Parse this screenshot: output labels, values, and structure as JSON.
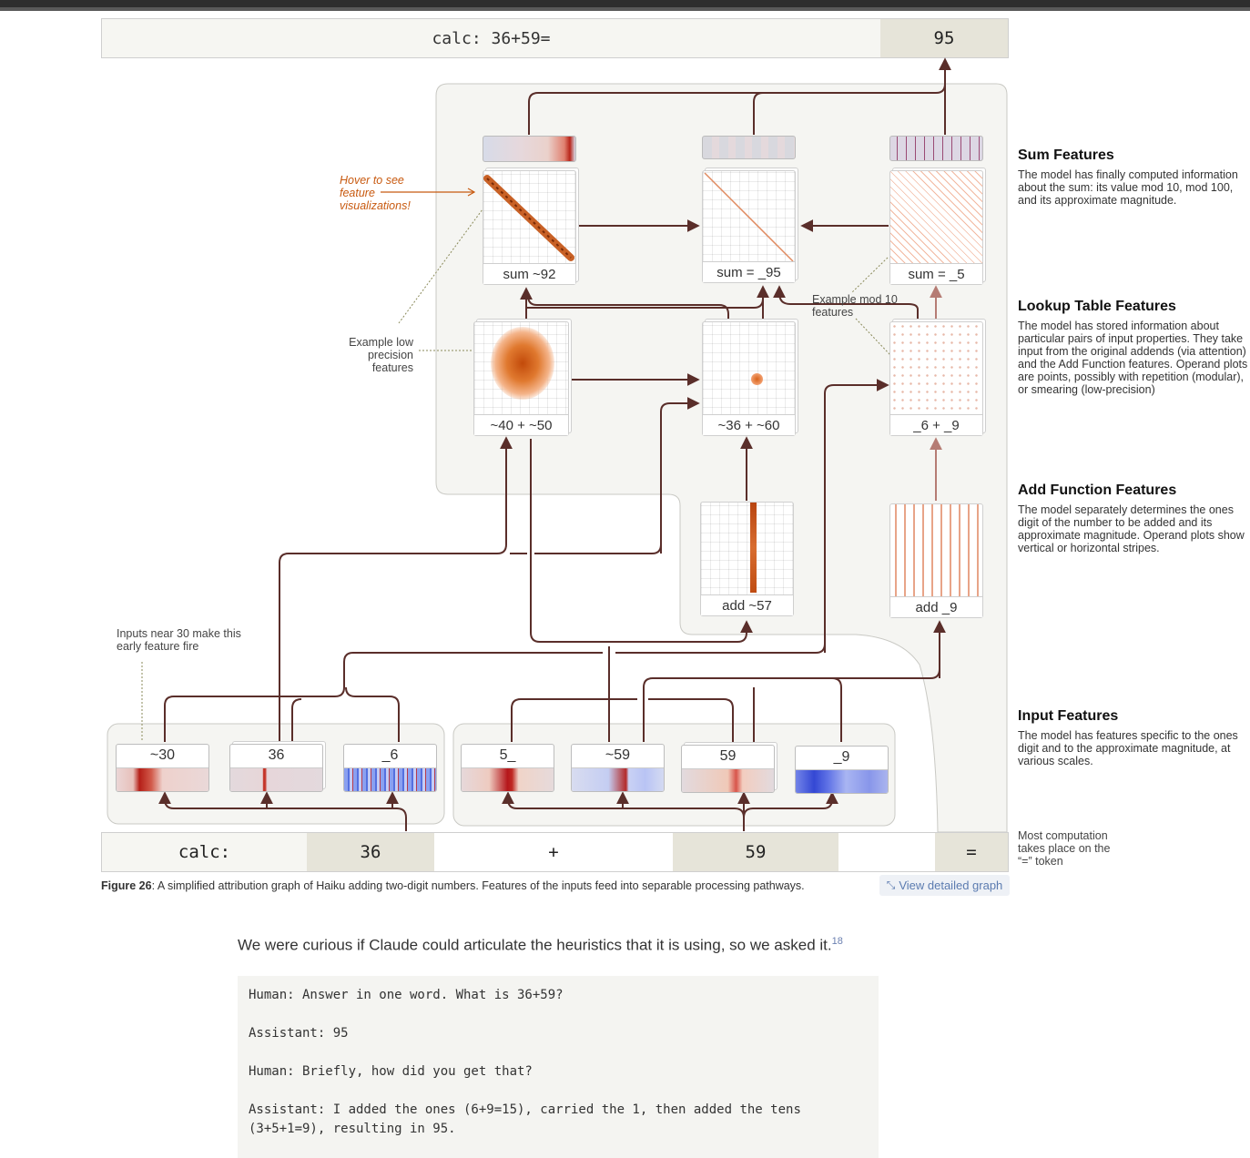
{
  "top_prompt": {
    "text": "calc: 36+59=",
    "answer": "95"
  },
  "bottom_tokens": [
    "calc:",
    "36",
    "+",
    "59",
    "="
  ],
  "feature_panels": {
    "sum_92": "sum ~92",
    "sum_95": "sum = _95",
    "sum_5": "sum = _5",
    "lt_40_50": "~40 + ~50",
    "lt_36_60": "~36 + ~60",
    "lt_6_9": "_6 + _9",
    "add_57": "add ~57",
    "add_9": "add _9"
  },
  "input_features": [
    "~30",
    "36",
    "_6",
    "5_",
    "~59",
    "59",
    "_9"
  ],
  "annotations": {
    "hover": "Hover to see feature visualizations!",
    "low_precision": "Example low precision features",
    "mod10": "Example mod 10 features",
    "near30": "Inputs near 30 make this early feature fire",
    "most_comp": "Most computation takes place on the “=” token"
  },
  "side_sections": [
    {
      "title": "Sum Features",
      "body": "The model has finally computed information about the sum: its value mod 10, mod 100, and its approximate magnitude."
    },
    {
      "title": "Lookup Table Features",
      "body": "The model has stored information about particular pairs of input properties. They take input from the original addends (via attention) and the Add Function features. Operand plots are points, possibly with repetition (modular), or smearing (low-precision)"
    },
    {
      "title": "Add Function Features",
      "body": "The model separately determines the ones digit of the number to be added and its approximate magnitude. Operand plots show vertical or horizontal stripes."
    },
    {
      "title": "Input Features",
      "body": "The model has features specific to the ones digit and to the approximate magnitude, at various scales."
    }
  ],
  "caption": {
    "label": "Figure 26",
    "text": ": A simplified attribution graph of Haiku adding two-digit numbers. Features of the inputs feed into separable processing pathways."
  },
  "view_graph_label": "View detailed graph",
  "prose": {
    "text": "We were curious if Claude could articulate the heuristics that it is using, so we asked it.",
    "footnote": "18"
  },
  "dialog": [
    "Human: Answer in one word. What is 36+59?",
    "Assistant: 95",
    "Human: Briefly, how did you get that?",
    "Assistant: I added the ones (6+9=15), carried the 1, then added the tens",
    "(3+5+1=9), resulting in 95."
  ],
  "colors": {
    "edge": "#5a2e2a",
    "edge_light": "#b57c74",
    "bg_region": "#f5f5f2",
    "token_dark": "#e6e4d9",
    "accent_orange": "#c85a10"
  }
}
